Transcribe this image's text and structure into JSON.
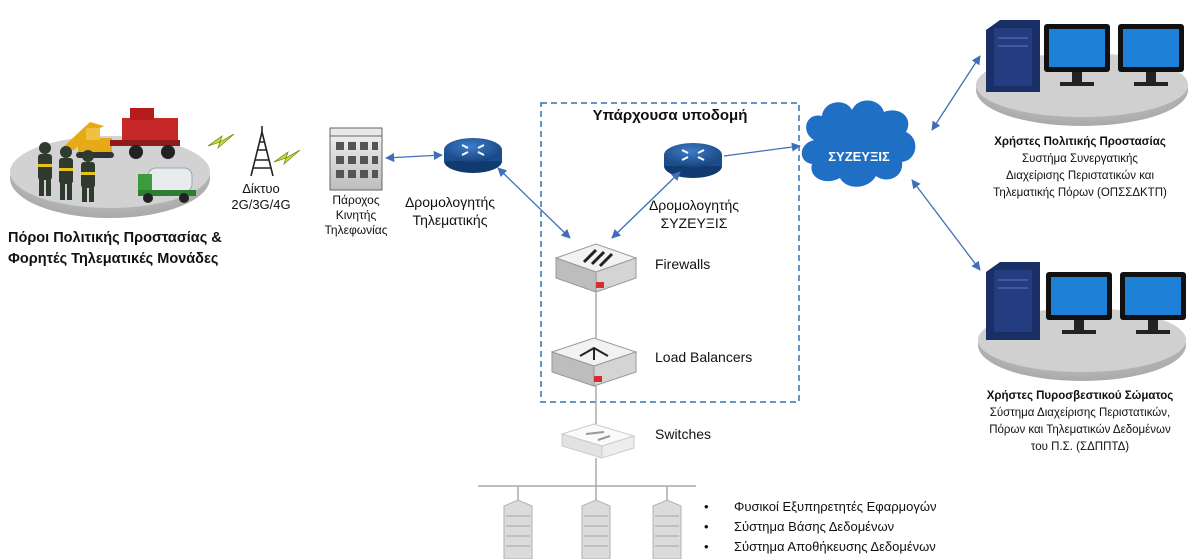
{
  "resources": {
    "title_line1": "Πόροι Πολιτικής Προστασίας &",
    "title_line2": "Φορητές Τηλεματικές Μονάδες"
  },
  "network": {
    "label_line1": "Δίκτυο",
    "label_line2": "2G/3G/4G"
  },
  "mobile_provider": {
    "line1": "Πάροχος",
    "line2": "Κινητής",
    "line3": "Τηλεφωνίας"
  },
  "telematics_router": {
    "line1": "Δρομολογητής",
    "line2": "Τηλεματικής"
  },
  "infrastructure": {
    "title": "Υπάρχουσα υποδομή",
    "router_line1": "Δρομολογητής",
    "router_line2": "ΣΥΖΕΥΞΙΣ",
    "firewalls": "Firewalls",
    "load_balancers": "Load Balancers"
  },
  "switches": "Switches",
  "cloud": "ΣΥΖΕΥΞΙΣ",
  "users_civil": {
    "title": "Χρήστες Πολιτικής Προστασίας",
    "line1": "Συστήμα Συνεργατικής",
    "line2": "Διαχείρισης Περιστατικών και",
    "line3": "Τηλεματικής Πόρων (ΟΠΣΣΔΚΤΠ)"
  },
  "users_fire": {
    "title": "Χρήστες Πυροσβεστικού Σώματος",
    "line1": "Σύστημα Διαχείρισης Περιστατικών,",
    "line2": "Πόρων και Τηλεματικών Δεδομένων",
    "line3": "του Π.Σ. (ΣΔΠΠΤΔ)"
  },
  "servers_list": [
    "Φυσικοί Εξυπηρετητές Εφαρμογών",
    "Σύστημα Βάσης Δεδομένων",
    "Σύστημα Αποθήκευσης Δεδομένων"
  ],
  "colors": {
    "arrow": "#3f6fb6",
    "dashed_box": "#2e75b6",
    "cloud": "#1f6fc4",
    "router": "#1f5a9e",
    "platform": "#c8c8c8"
  }
}
